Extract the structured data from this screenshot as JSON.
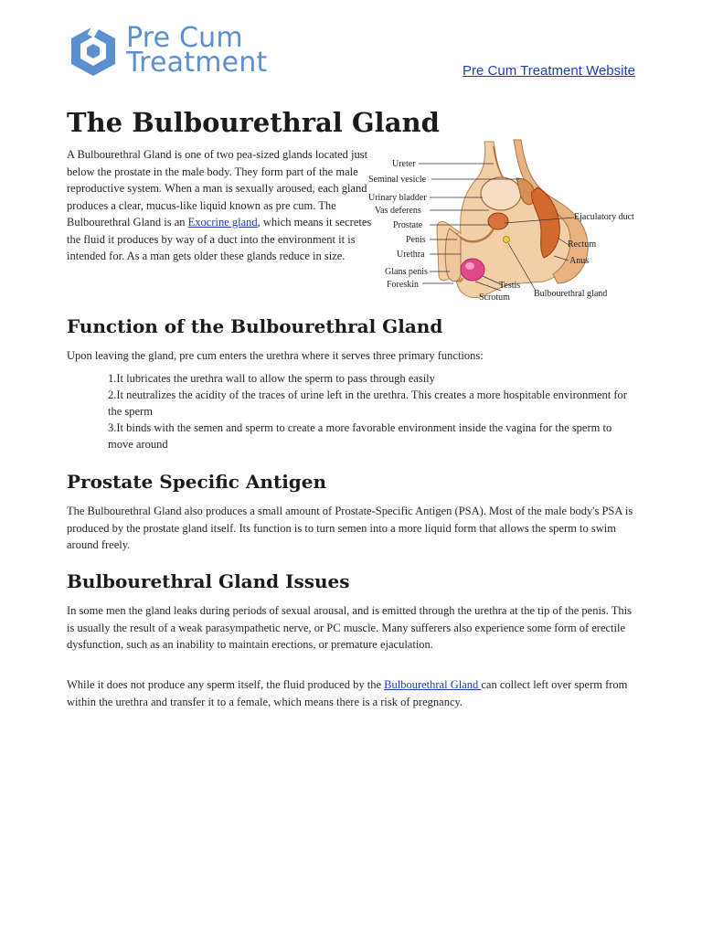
{
  "header": {
    "logo_line1": "Pre Cum",
    "logo_line2": "Treatment",
    "site_link": "Pre Cum Treatment Website",
    "brand_color": "#5b8fd0",
    "link_color": "#1a3fb5"
  },
  "title": "The Bulbourethral Gland",
  "intro": {
    "text_before": "A Bulbourethral Gland is one of two pea-sized glands located just below the prostate in the male body. They form part of the male reproductive system. When a man is sexually aroused, each gland produces a clear, mucus-like liquid known as pre cum. The Bulbourethral Gland is an ",
    "link": "Exocrine gland",
    "text_after": ", which means it secretes the fluid it produces by way of a duct into the environment it is intended for. As a man gets older these glands reduce in size."
  },
  "diagram": {
    "labels": {
      "ureter": "Ureter",
      "seminal_vesicle": "Seminal vesicle",
      "urinary_bladder": "Urinary bladder",
      "vas_deferens": "Vas deferens",
      "prostate": "Prostate",
      "penis": "Penis",
      "urethra": "Urethra",
      "glans_penis": "Glans penis",
      "foreskin": "Foreskin",
      "scrotum": "Scrotum",
      "testis": "Testis",
      "bulbourethral_gland": "Bulbourethral gland",
      "anus": "Anus",
      "rectum": "Rectum",
      "ejaculatory_duct": "Ejaculatory duct"
    }
  },
  "function_section": {
    "heading": "Function of the Bulbourethral Gland",
    "intro": "Upon leaving the gland, pre cum enters the urethra where it serves three primary functions:",
    "items": [
      "1.It lubricates the urethra wall to allow the sperm to pass through easily",
      "2.It neutralizes the acidity of the traces of urine left in the urethra. This creates a more hospitable environment for the sperm",
      "3.It binds with the semen and sperm to create a more favorable environment inside the vagina for the sperm to move around"
    ]
  },
  "psa_section": {
    "heading": "Prostate Specific Antigen",
    "text": "The Bulbourethral Gland also produces a small amount of Prostate-Specific Antigen (PSA). Most of the male body's PSA is produced by the prostate gland itself. Its function is to turn semen into a more liquid form that allows the sperm to swim around freely."
  },
  "issues_section": {
    "heading": "Bulbourethral Gland Issues",
    "p1": "In some men the gland leaks during periods of sexual arousal, and is emitted through the urethra at the tip of the penis. This is usually the result of a weak parasympathetic nerve, or PC muscle. Many sufferers also experience some form of erectile dysfunction, such as an inability to maintain erections, or premature ejaculation.",
    "p2_before": "While it does not produce any sperm itself, the fluid produced by the ",
    "p2_link": "Bulbourethral Gland ",
    "p2_after": "can collect left over sperm from within the urethra and transfer it to a female, which means there is a risk of pregnancy."
  }
}
